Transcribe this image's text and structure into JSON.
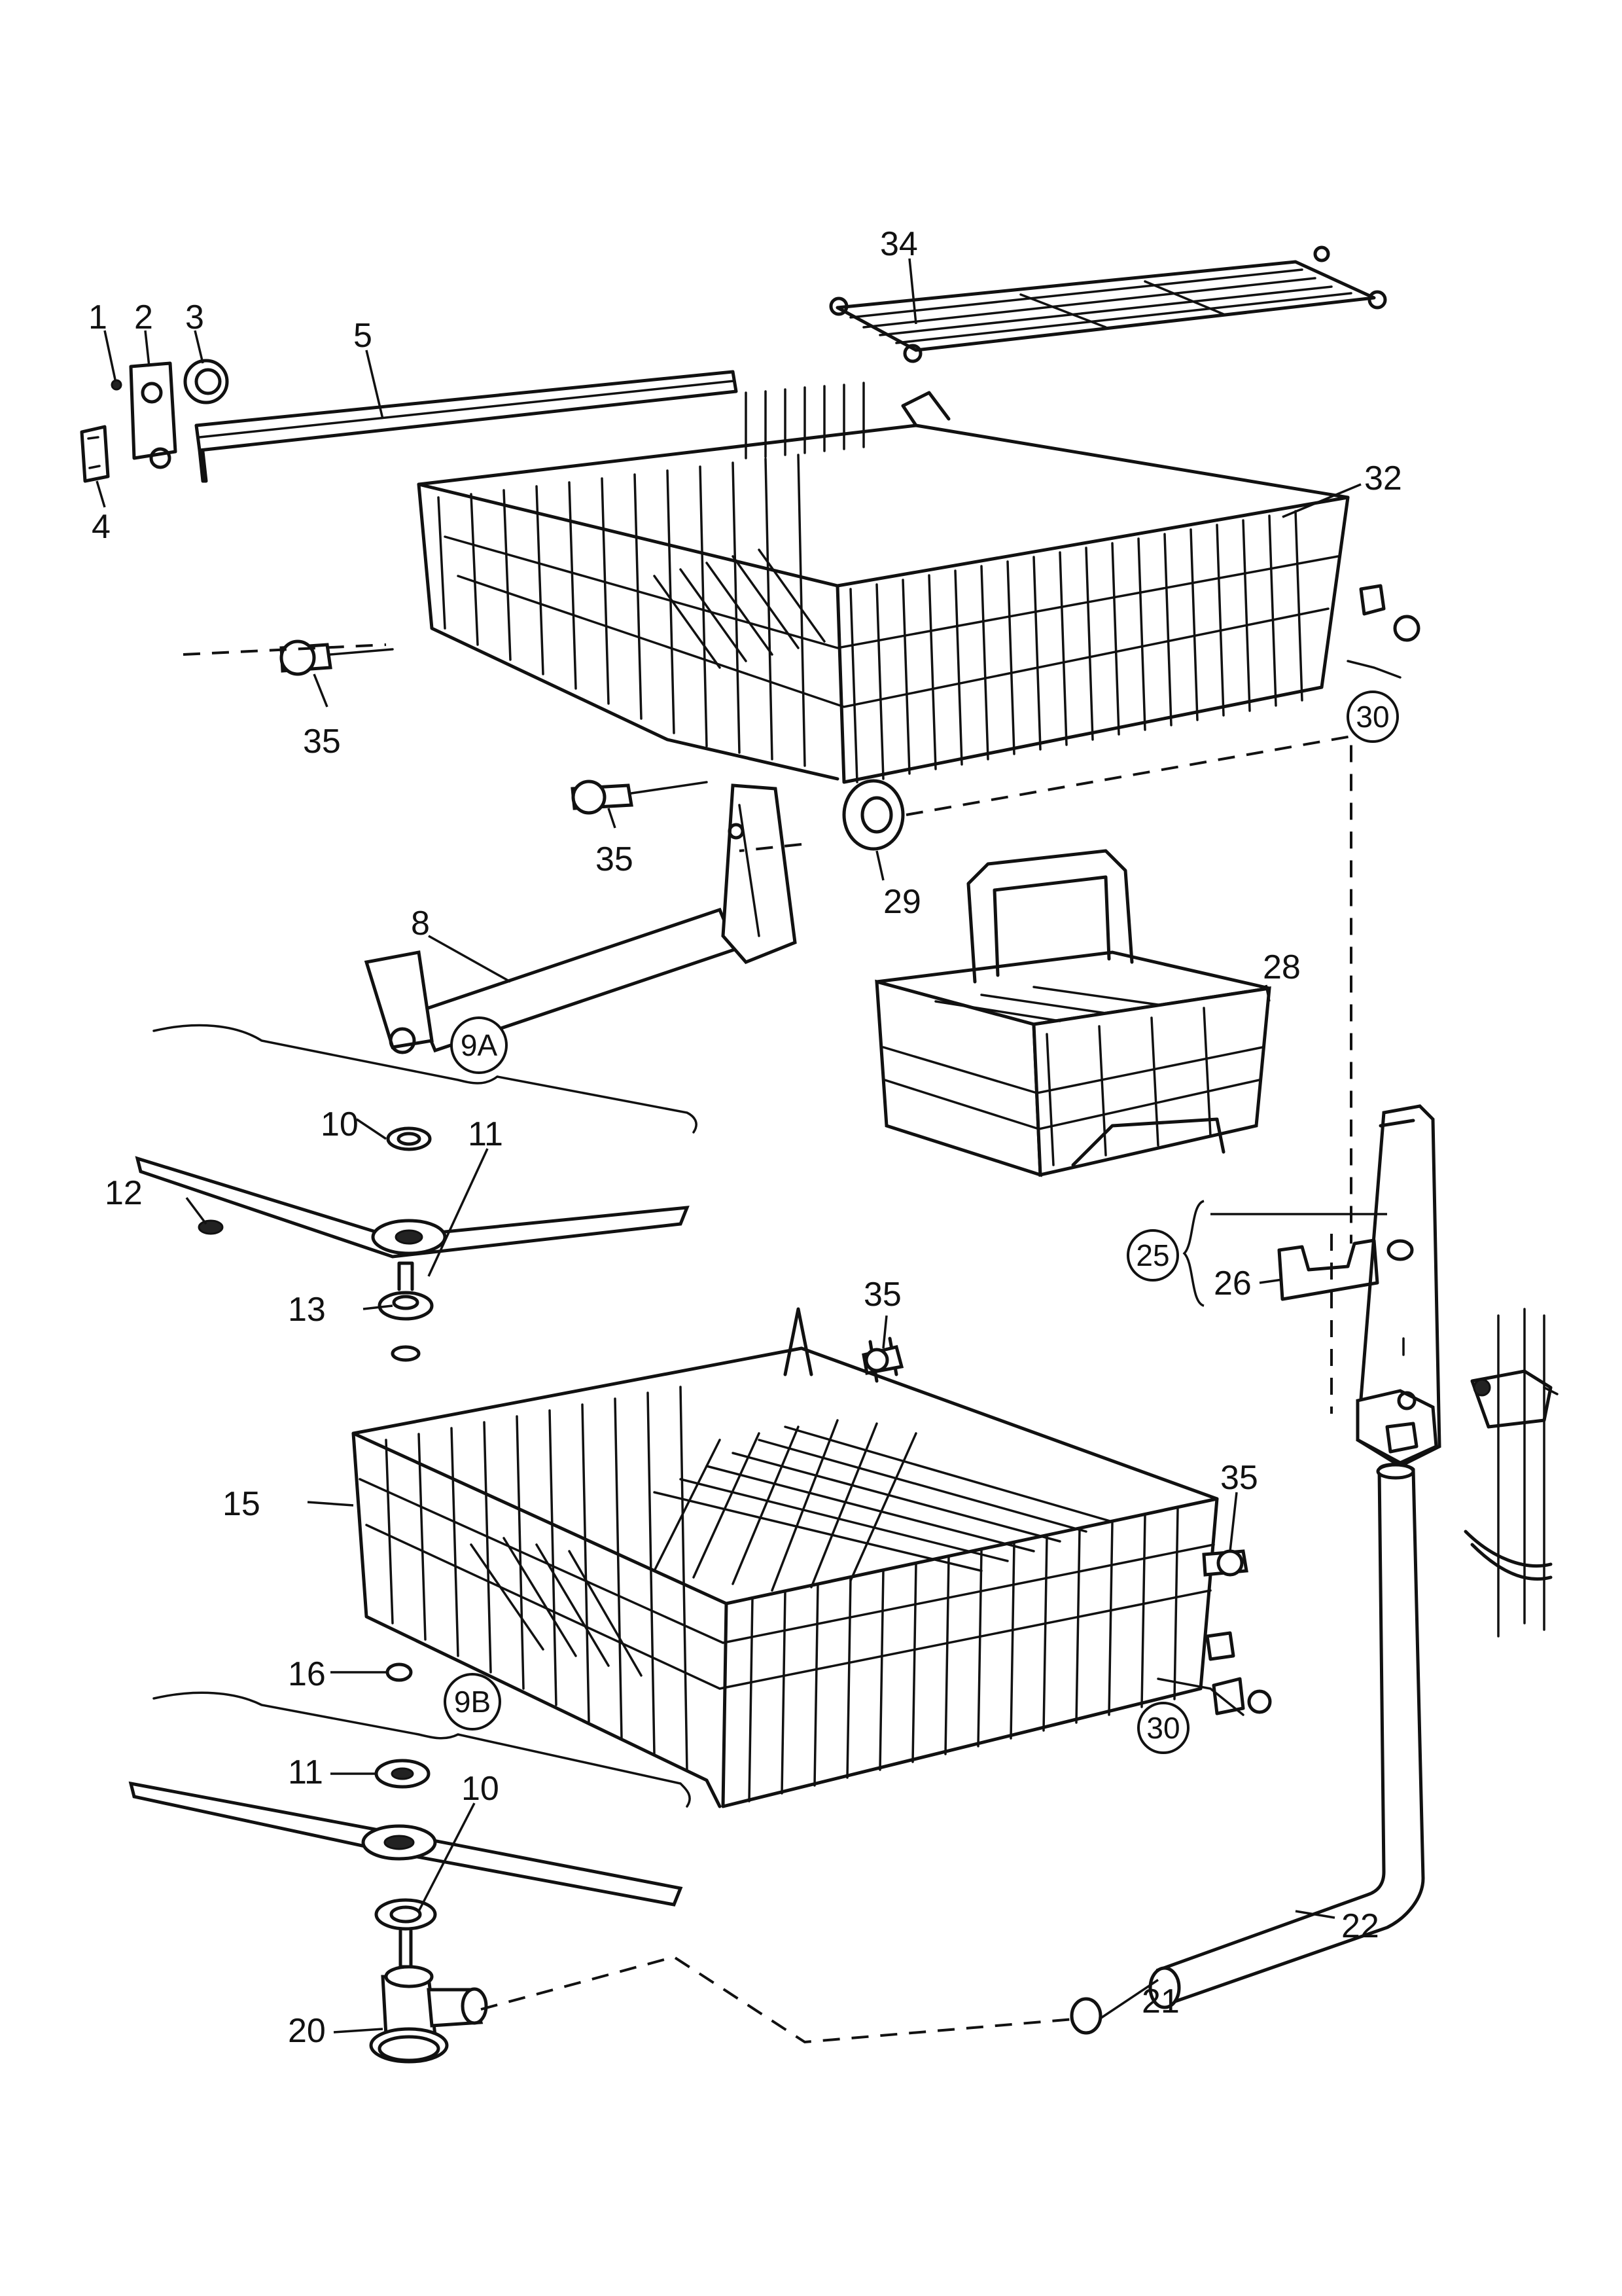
{
  "labels": {
    "l1": "1",
    "l2": "2",
    "l3": "3",
    "l4": "4",
    "l5": "5",
    "l8": "8",
    "l9a": "9A",
    "l9b": "9B",
    "l10a": "10",
    "l10b": "10",
    "l11a": "11",
    "l11b": "11",
    "l12": "12",
    "l13": "13",
    "l15": "15",
    "l16": "16",
    "l20": "20",
    "l21": "21",
    "l22": "22",
    "l25": "25",
    "l26": "26",
    "l28": "28",
    "l29": "29",
    "l30a": "30",
    "l30b": "30",
    "l32": "32",
    "l34": "34",
    "l35a": "35",
    "l35b": "35",
    "l35c": "35",
    "l35d": "35"
  }
}
